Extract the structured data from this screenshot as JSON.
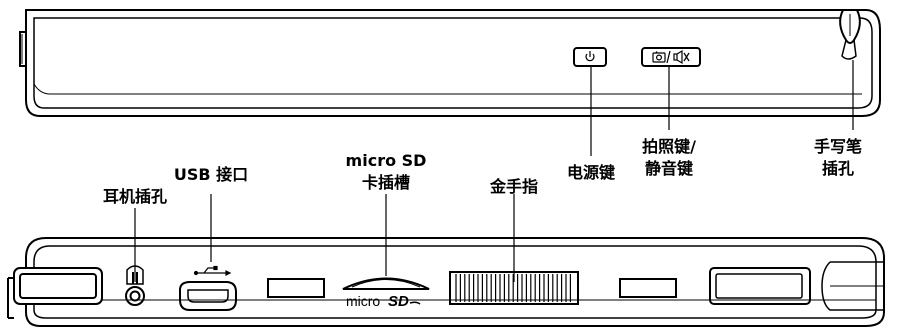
{
  "colors": {
    "line": "#000000",
    "background": "#ffffff",
    "key_fill": "#ffffff"
  },
  "top_view": {
    "buttons": [
      {
        "name": "power-key",
        "icon": "power-icon"
      },
      {
        "name": "camera-mute-key",
        "icon": "camera-mute-icon"
      }
    ]
  },
  "callouts": {
    "headphone": {
      "line1": "耳机插孔"
    },
    "usb": {
      "line1": "USB 接口"
    },
    "microsd": {
      "line1": "micro SD",
      "line2": "卡插槽"
    },
    "gold_finger": {
      "line1": "金手指"
    },
    "power": {
      "line1": "电源键"
    },
    "camera_mute": {
      "line1": "拍照键/",
      "line2": "静音键"
    },
    "stylus": {
      "line1": "手写笔",
      "line2": "插孔"
    }
  },
  "bottom_view": {
    "microsd_logo": {
      "text1": "micro",
      "text2": "SD"
    }
  }
}
